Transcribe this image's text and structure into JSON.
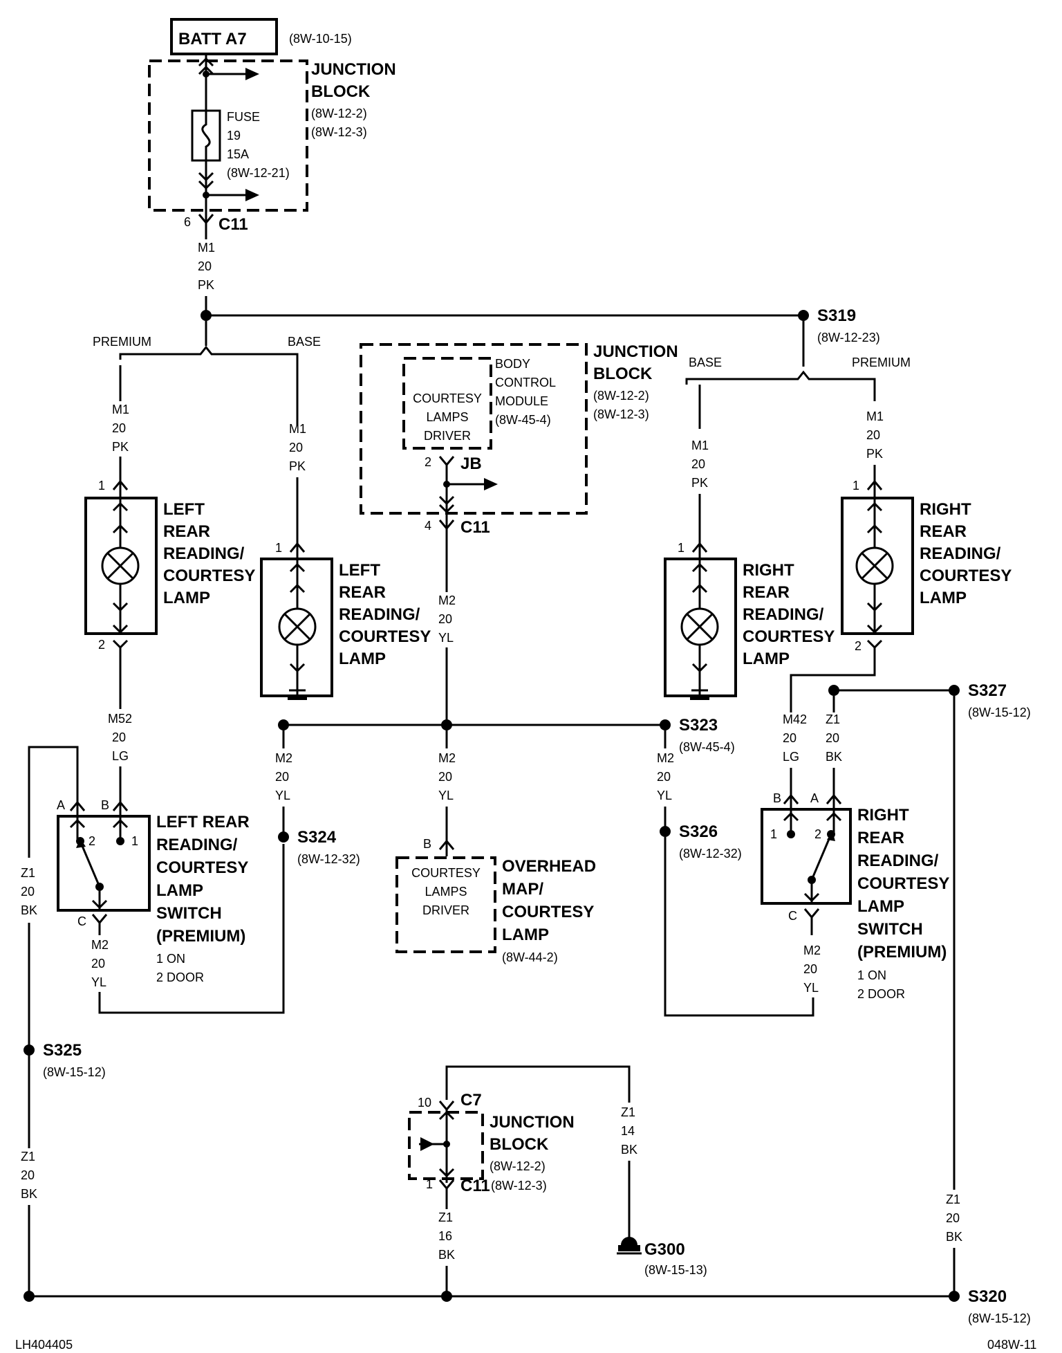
{
  "batt_label": "BATT A7",
  "batt_ref": "(8W-10-15)",
  "jb_top": {
    "title1": "JUNCTION",
    "title2": "BLOCK",
    "ref1": "(8W-12-2)",
    "ref2": "(8W-12-3)"
  },
  "fuse": {
    "l1": "FUSE",
    "l2": "19",
    "l3": "15A",
    "l4": "(8W-12-21)"
  },
  "c11_top": {
    "pin": "6",
    "name": "C11"
  },
  "w_m1": {
    "a": "M1",
    "b": "20",
    "c": "PK"
  },
  "w_m2": {
    "a": "M2",
    "b": "20",
    "c": "YL"
  },
  "w_m52": {
    "a": "M52",
    "b": "20",
    "c": "LG"
  },
  "w_m42": {
    "a": "M42",
    "b": "20",
    "c": "LG"
  },
  "w_z1_20": {
    "a": "Z1",
    "b": "20",
    "c": "BK"
  },
  "w_z1_16": {
    "a": "Z1",
    "b": "16",
    "c": "BK"
  },
  "w_z1_14": {
    "a": "Z1",
    "b": "14",
    "c": "BK"
  },
  "premium": "PREMIUM",
  "base": "BASE",
  "s319": {
    "name": "S319",
    "ref": "(8W-12-23)"
  },
  "bcm": {
    "l1": "BODY",
    "l2": "CONTROL",
    "l3": "MODULE",
    "l4": "(8W-45-4)",
    "in1": "COURTESY",
    "in2": "LAMPS",
    "in3": "DRIVER"
  },
  "jb_mid": {
    "title1": "JUNCTION",
    "title2": "BLOCK",
    "ref1": "(8W-12-2)",
    "ref2": "(8W-12-3)"
  },
  "jb_conn": {
    "pin": "2",
    "name": "JB"
  },
  "c11_mid": {
    "pin": "4",
    "name": "C11"
  },
  "lamp_left_label": {
    "l1": "LEFT",
    "l2": "REAR",
    "l3": "READING/",
    "l4": "COURTESY",
    "l5": "LAMP"
  },
  "lamp_right_label": {
    "l1": "RIGHT",
    "l2": "REAR",
    "l3": "READING/",
    "l4": "COURTESY",
    "l5": "LAMP"
  },
  "pins": {
    "p1": "1",
    "p2": "2",
    "pA": "A",
    "pB": "B",
    "pC": "C",
    "p10": "10"
  },
  "s323": {
    "name": "S323",
    "ref": "(8W-45-4)"
  },
  "s324": {
    "name": "S324",
    "ref": "(8W-12-32)"
  },
  "s326": {
    "name": "S326",
    "ref": "(8W-12-32)"
  },
  "s327": {
    "name": "S327",
    "ref": "(8W-15-12)"
  },
  "s325": {
    "name": "S325",
    "ref": "(8W-15-12)"
  },
  "s320": {
    "name": "S320",
    "ref": "(8W-15-12)"
  },
  "left_switch": {
    "l1": "LEFT REAR",
    "l2": "READING/",
    "l3": "COURTESY",
    "l4": "LAMP",
    "l5": "SWITCH",
    "l6": "(PREMIUM)",
    "n1": "1 ON",
    "n2": "2 DOOR"
  },
  "right_switch": {
    "l1": "RIGHT",
    "l2": "REAR",
    "l3": "READING/",
    "l4": "COURTESY",
    "l5": "LAMP",
    "l6": "SWITCH",
    "l7": "(PREMIUM)",
    "n1": "1 ON",
    "n2": "2 DOOR"
  },
  "overhead": {
    "l1": "OVERHEAD",
    "l2": "MAP/",
    "l3": "COURTESY",
    "l4": "LAMP",
    "ref": "(8W-44-2)",
    "in1": "COURTESY",
    "in2": "LAMPS",
    "in3": "DRIVER",
    "pin": "B"
  },
  "jb_bottom": {
    "title1": "JUNCTION",
    "title2": "BLOCK",
    "ref1": "(8W-12-2)",
    "ref2": "(8W-12-3)",
    "c7": "C7",
    "c11": "C11"
  },
  "g300": {
    "name": "G300",
    "ref": "(8W-15-13)"
  },
  "footer_left": "LH404405",
  "footer_right": "048W-11"
}
